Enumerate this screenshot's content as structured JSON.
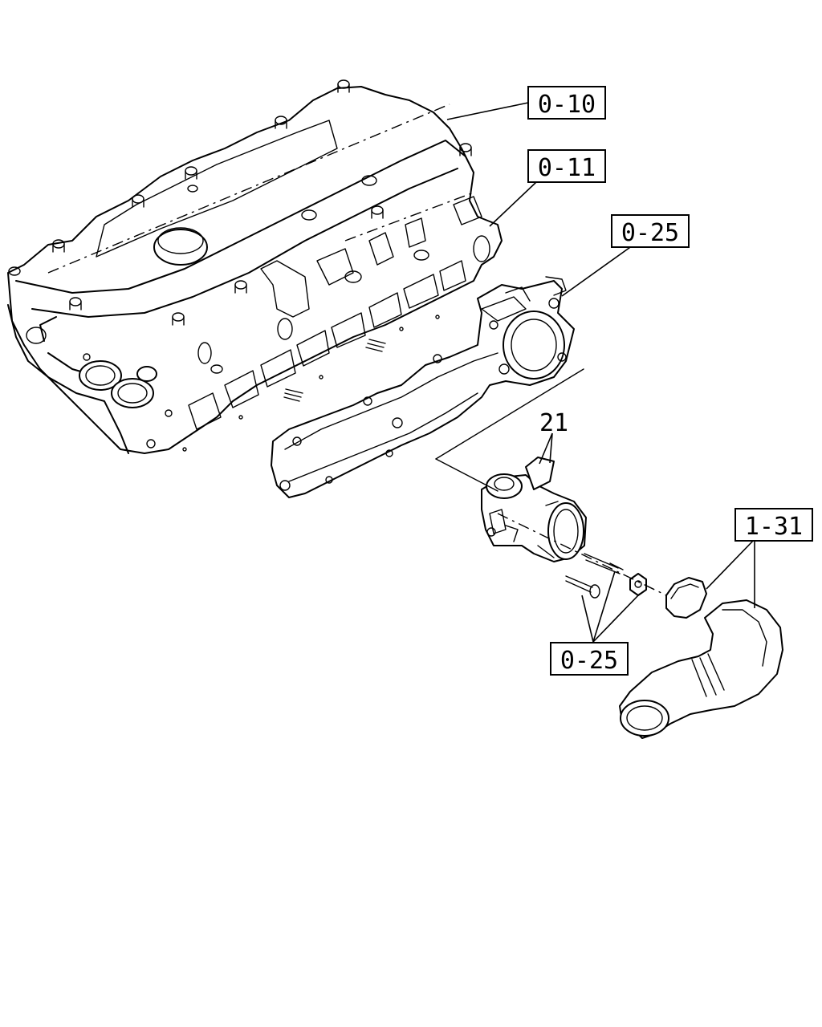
{
  "labels": {
    "cylinder_head": "0-10",
    "gasket": "0-11",
    "intake_manifold": "0-25",
    "throttle_valve": "21",
    "fasteners": "0-25",
    "air_hose": "1-31"
  }
}
